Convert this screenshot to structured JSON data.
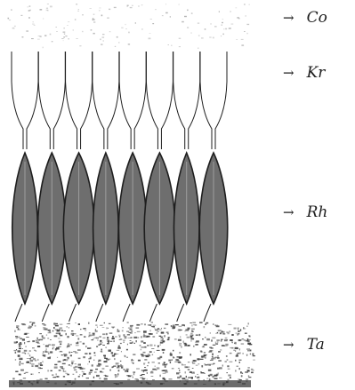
{
  "figure": {
    "labels": [
      {
        "id": "co",
        "arrow": "→",
        "text": "Co"
      },
      {
        "id": "kr",
        "arrow": "→",
        "text": "Kr"
      },
      {
        "id": "rh",
        "arrow": "→",
        "text": "Rh"
      },
      {
        "id": "ta",
        "arrow": "→",
        "text": "Ta"
      }
    ],
    "rods": 8,
    "colors": {
      "ink": "#1e1e1e",
      "faint": "#9a9a9a",
      "rod_fill": "#6e6e6e",
      "speckle": "#3a3a3a",
      "background": "#ffffff"
    }
  }
}
